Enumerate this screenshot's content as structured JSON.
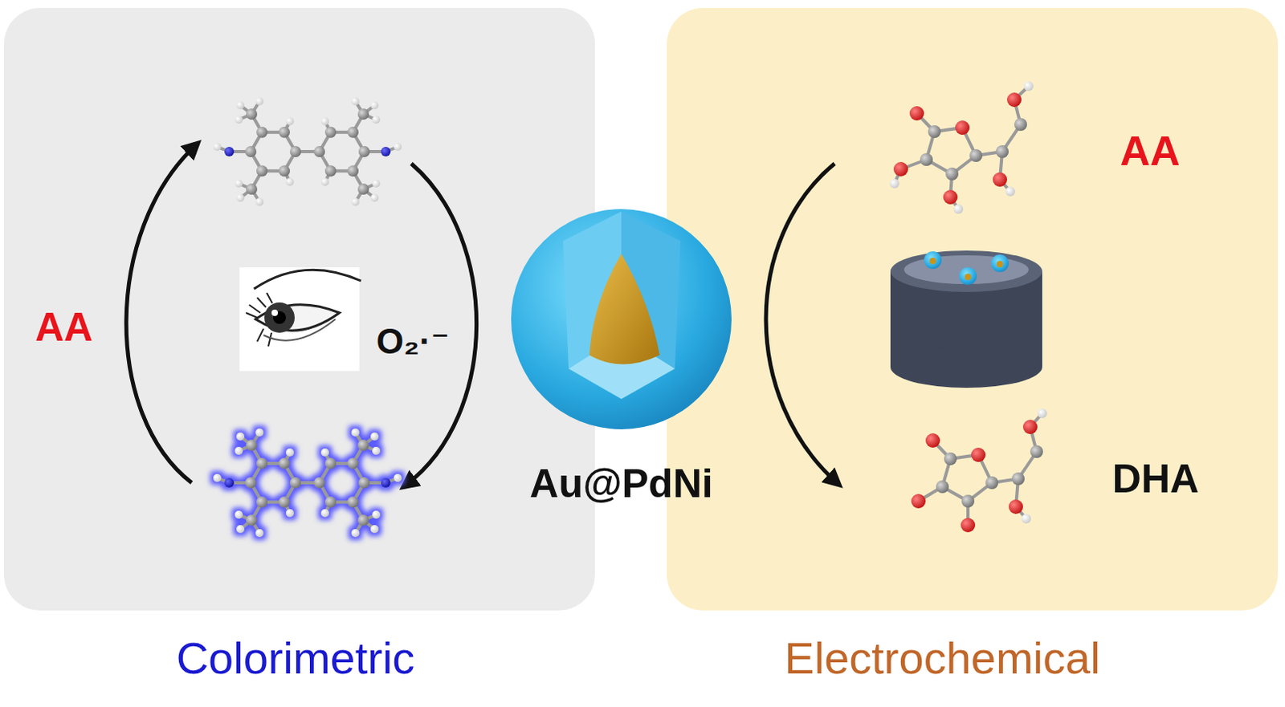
{
  "diagram": {
    "nodes": [
      {
        "text": [
          "AA",
          "O₂·⁻",
          "Colorimetric"
        ]
      },
      {
        "text": [
          "AA",
          "DHA",
          "Electrochemical"
        ]
      }
    ],
    "labels": [
      "Au@PdNi"
    ]
  }
}
